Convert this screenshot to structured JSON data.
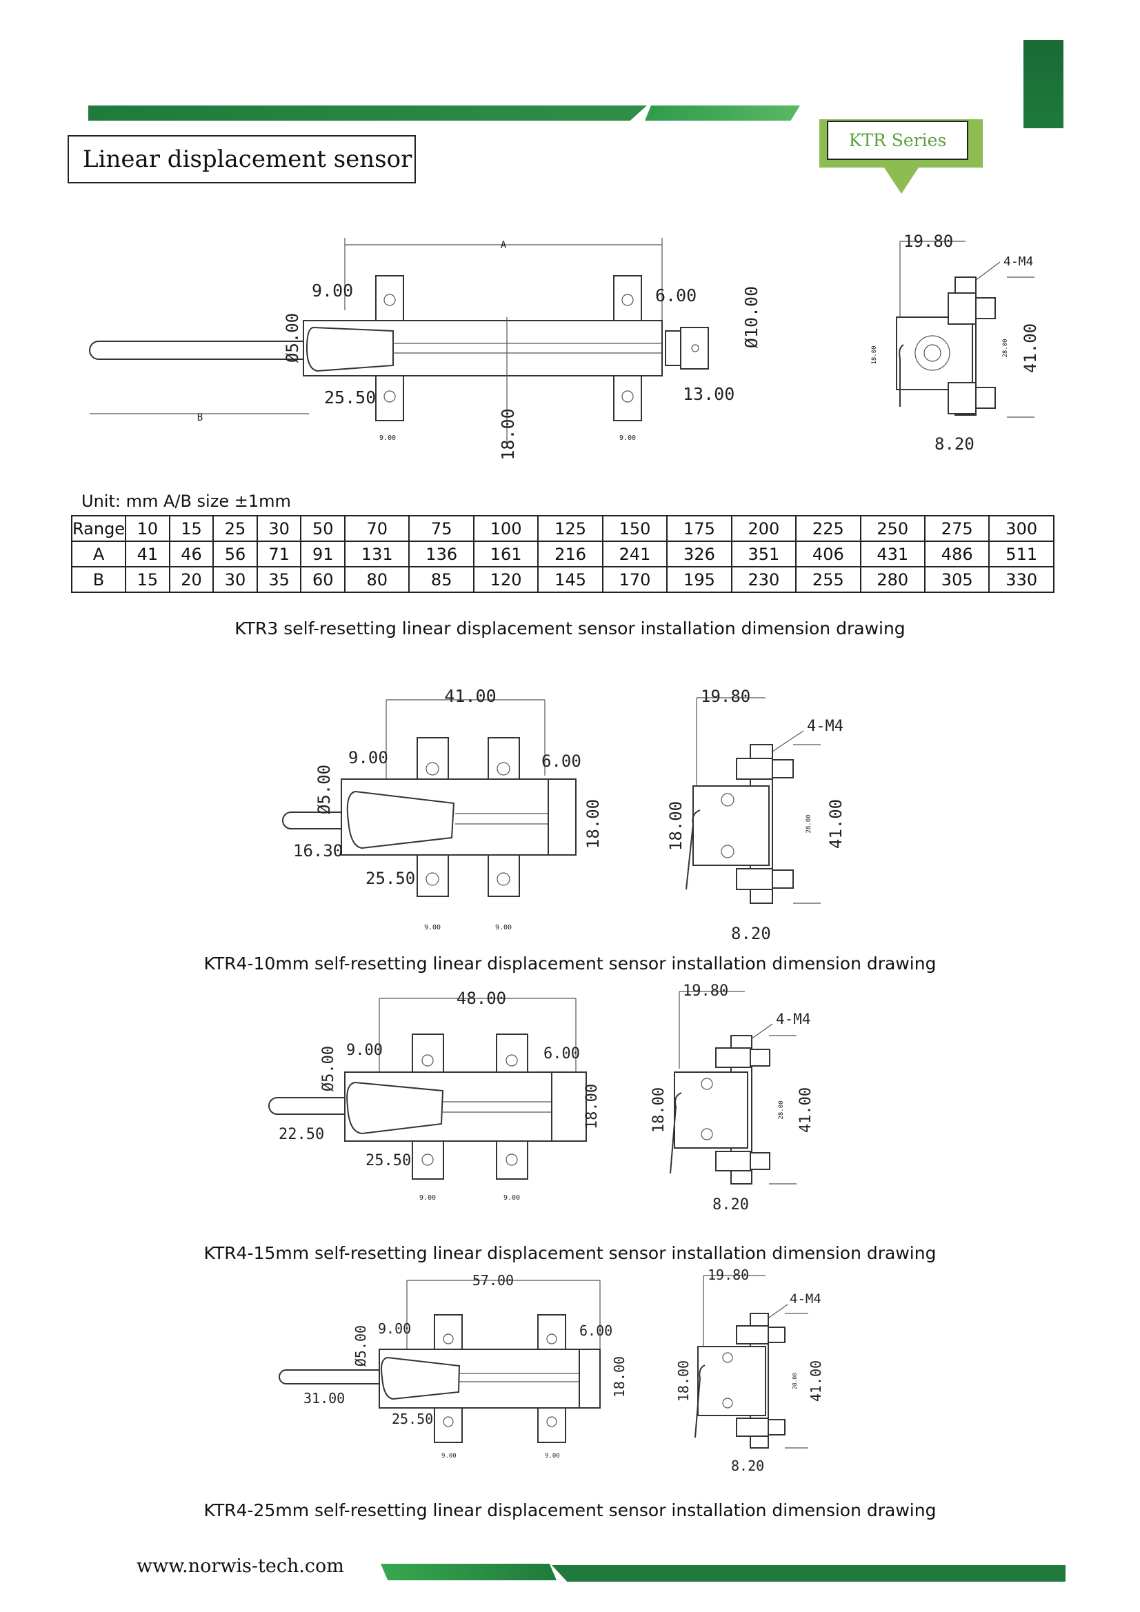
{
  "header": {
    "title": "Linear displacement sensor",
    "series_label": "KTR Series"
  },
  "drawing_ktr3": {
    "dims": {
      "a": "A",
      "b": "B",
      "d9": "9.00",
      "d5": "Ø5.00",
      "d6": "6.00",
      "d10": "Ø10.00",
      "d25": "25.50",
      "d18": "18.00",
      "d13": "13.00",
      "d9s": "9.00",
      "d9s2": "9.00",
      "side_1980": "19.80",
      "side_m4": "4-M4",
      "side_41": "41.00",
      "side_18": "18.00",
      "side_28": "28.00",
      "side_820": "8.20"
    }
  },
  "table": {
    "unit_note": "Unit: mm A/B size ±1mm",
    "rows": [
      [
        "Range",
        "10",
        "15",
        "25",
        "30",
        "50",
        "70",
        "75",
        "100",
        "125",
        "150",
        "175",
        "200",
        "225",
        "250",
        "275",
        "300"
      ],
      [
        "A",
        "41",
        "46",
        "56",
        "71",
        "91",
        "131",
        "136",
        "161",
        "216",
        "241",
        "326",
        "351",
        "406",
        "431",
        "486",
        "511"
      ],
      [
        "B",
        "15",
        "20",
        "30",
        "35",
        "60",
        "80",
        "85",
        "120",
        "145",
        "170",
        "195",
        "230",
        "255",
        "280",
        "305",
        "330"
      ]
    ]
  },
  "captions": {
    "ktr3": "KTR3 self-resetting linear displacement sensor installation dimension drawing",
    "ktr4_10": "KTR4-10mm self-resetting linear displacement sensor installation dimension drawing",
    "ktr4_15": "KTR4-15mm self-resetting linear displacement sensor installation dimension drawing",
    "ktr4_25": "KTR4-25mm self-resetting linear displacement sensor installation dimension drawing"
  },
  "drawing_ktr4_10": {
    "dims": {
      "top": "41.00",
      "d9": "9.00",
      "d5": "Ø5.00",
      "d6": "6.00",
      "d18": "18.00",
      "left": "16.30",
      "d25": "25.50",
      "s9a": "9.00",
      "s9b": "9.00",
      "side_1980": "19.80",
      "side_m4": "4-M4",
      "side_18": "18.00",
      "side_28": "28.00",
      "side_41": "41.00",
      "side_820": "8.20"
    }
  },
  "drawing_ktr4_15": {
    "dims": {
      "top": "48.00",
      "d9": "9.00",
      "d5": "Ø5.00",
      "d6": "6.00",
      "d18": "18.00",
      "left": "22.50",
      "d25": "25.50",
      "s9a": "9.00",
      "s9b": "9.00",
      "side_1980": "19.80",
      "side_m4": "4-M4",
      "side_18": "18.00",
      "side_28": "28.00",
      "side_41": "41.00",
      "side_820": "8.20"
    }
  },
  "drawing_ktr4_25": {
    "dims": {
      "top": "57.00",
      "d9": "9.00",
      "d5": "Ø5.00",
      "d6": "6.00",
      "d18": "18.00",
      "left": "31.00",
      "d25": "25.50",
      "s9a": "9.00",
      "s9b": "9.00",
      "side_1980": "19.80",
      "side_m4": "4-M4",
      "side_18": "18.00",
      "side_28": "28.00",
      "side_41": "41.00",
      "side_820": "8.20"
    }
  },
  "footer": {
    "url": "www.norwis-tech.com"
  },
  "colors": {
    "brand_green_dark": "#1f7a3c",
    "brand_green_light": "#59b863",
    "series_green": "#8cbc52"
  }
}
